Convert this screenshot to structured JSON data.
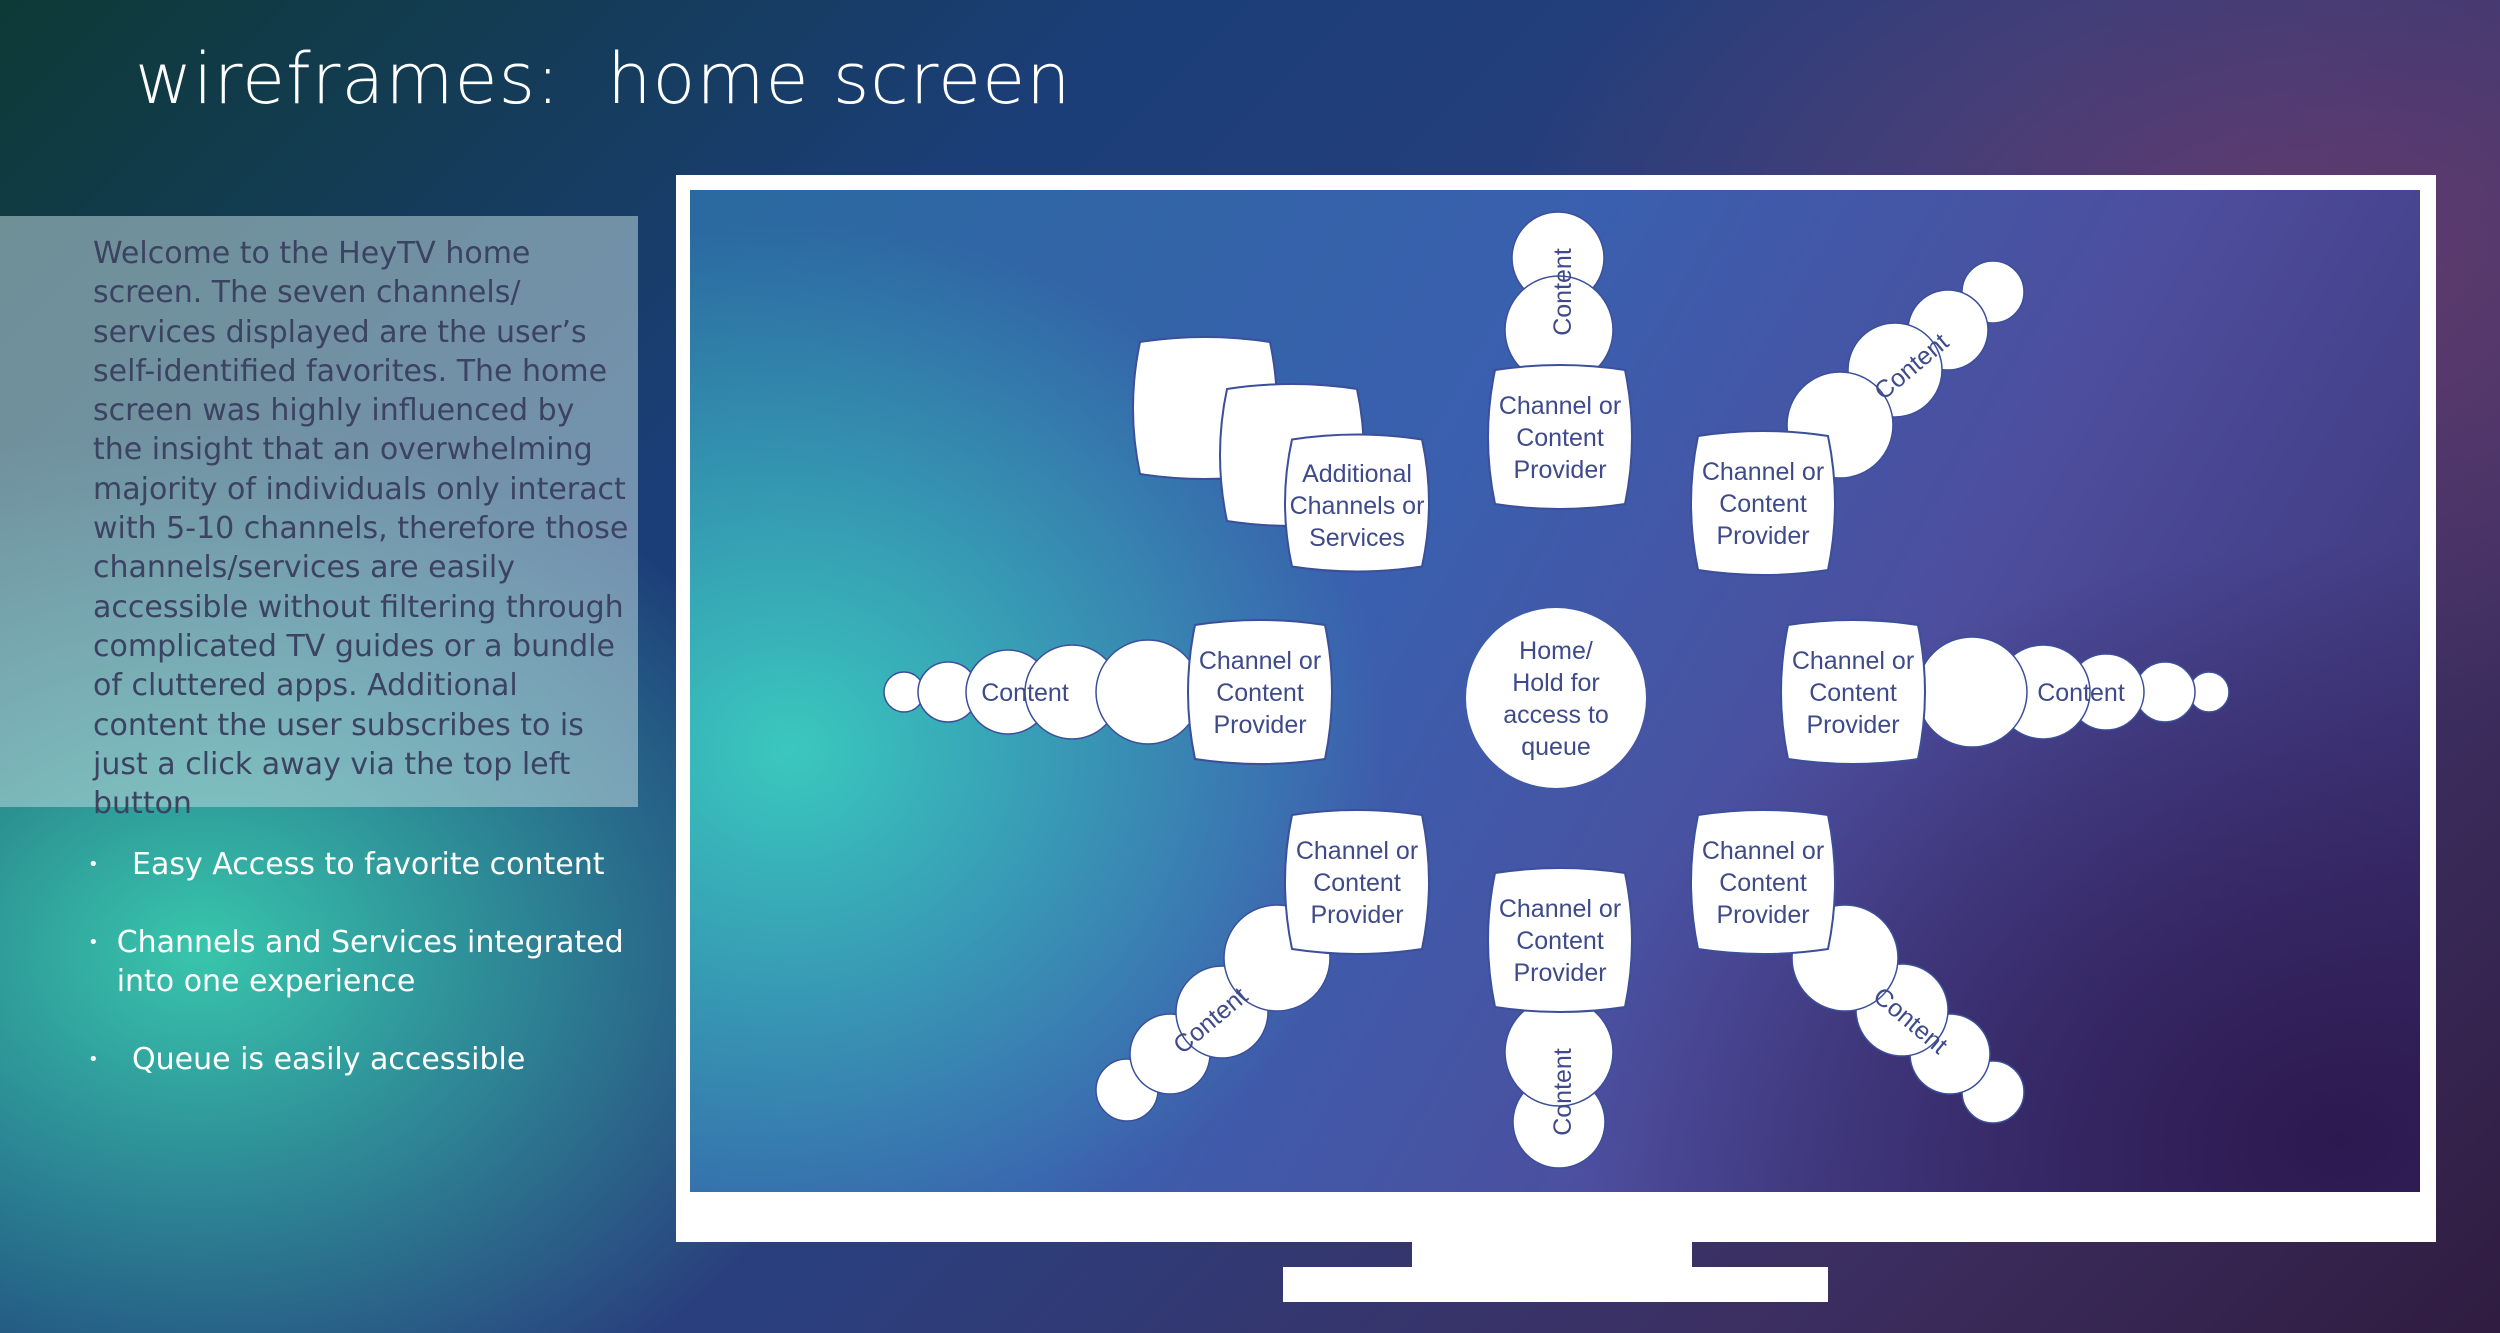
{
  "slide": {
    "title": "wireframes:  home screen",
    "description": "Welcome to the HeyTV home screen. The seven channels/ services displayed are the user’s self-identified favorites. The home screen was highly influenced by the insight that an overwhelming majority of individuals only interact with 5-10 channels, therefore those channels/services are easily accessible without filtering through complicated TV guides or a bundle of cluttered apps. Additional content the user subscribes to is just a click away via the top left button",
    "bullets": [
      "Easy Access to favorite content",
      "Channels and Services integrated into one experience",
      "Queue is easily accessible"
    ]
  },
  "diagram": {
    "center_label": [
      "Home/",
      "Hold for",
      "access to",
      "queue"
    ],
    "channel_label": [
      "Channel or",
      "Content",
      "Provider"
    ],
    "additional_label": [
      "Additional",
      "Channels or",
      "Services"
    ],
    "content_label": "Content",
    "colors": {
      "node_fill": "#ffffff",
      "node_text": "#3f4a8a",
      "node_stroke": "#3b4f9a"
    }
  }
}
